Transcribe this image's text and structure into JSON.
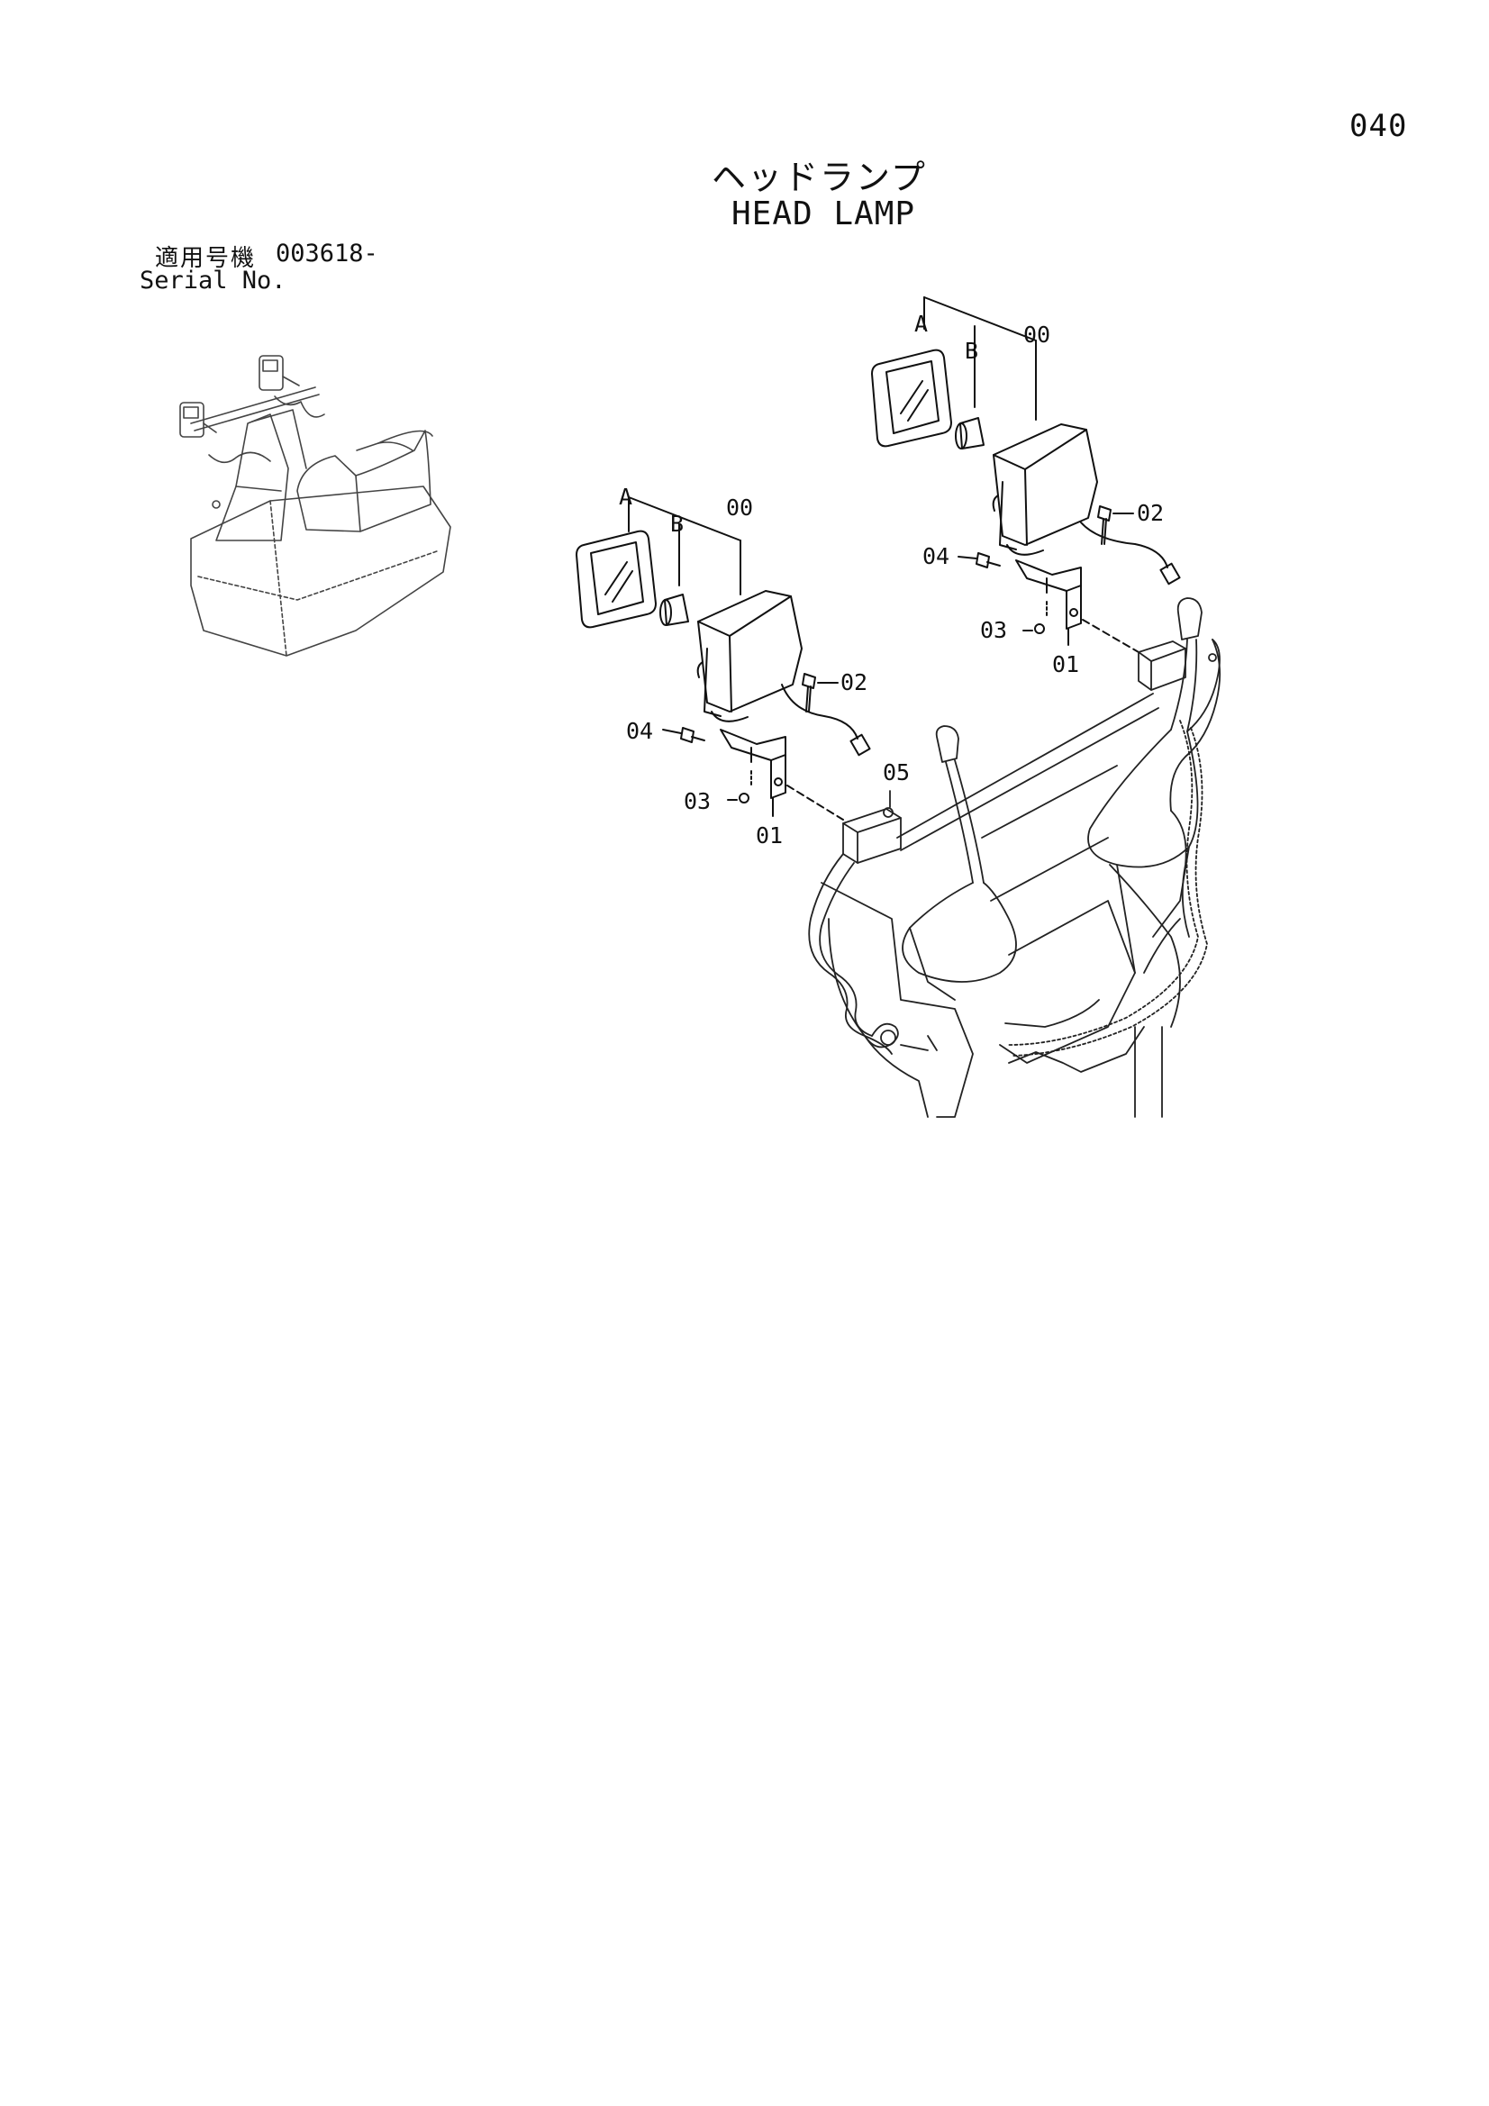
{
  "page_number": "040",
  "title_jp": "ヘッドランプ",
  "title_en": "HEAD LAMP",
  "serial": {
    "label_jp": "適用号機",
    "value": "003618-",
    "label_en": "Serial No."
  },
  "callouts": {
    "a": "A",
    "b": "B",
    "p00": "00",
    "p01": "01",
    "p02": "02",
    "p03": "03",
    "p04": "04",
    "p05": "05"
  }
}
